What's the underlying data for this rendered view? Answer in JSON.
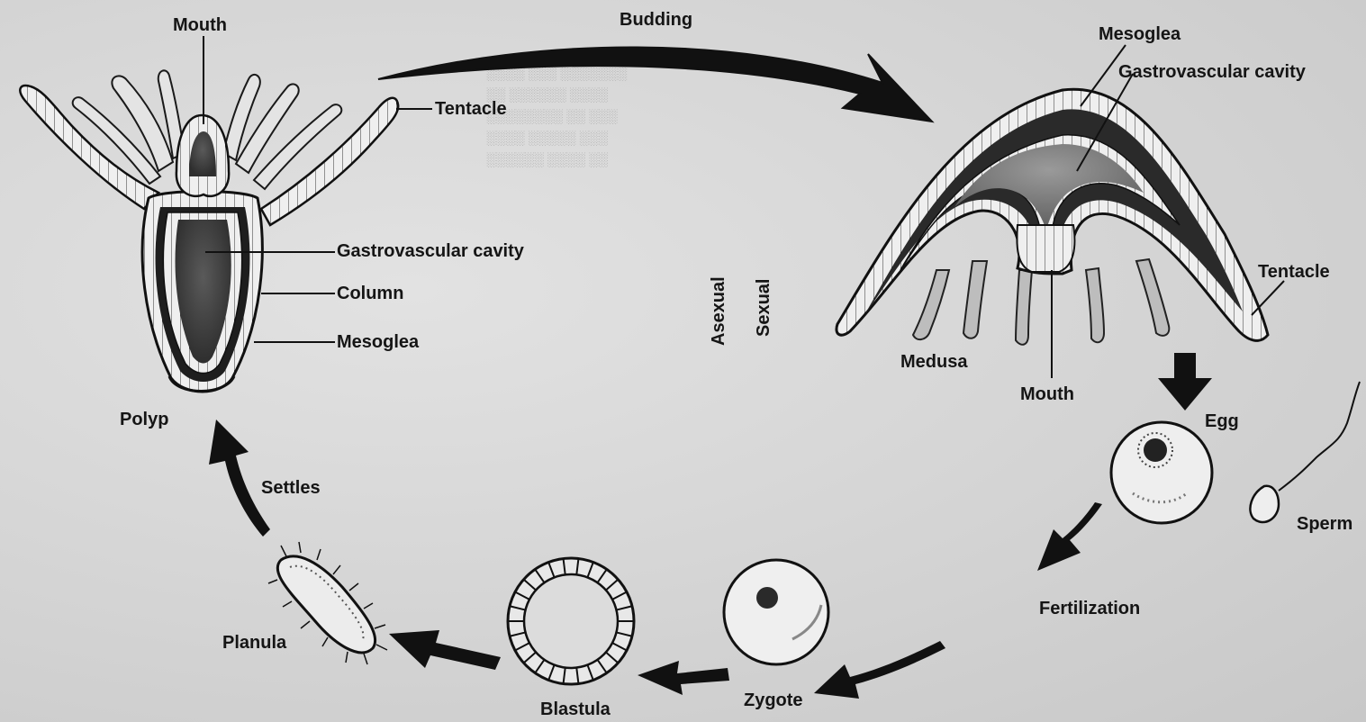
{
  "labels": {
    "mouth_polyp": "Mouth",
    "budding": "Budding",
    "tentacle_polyp": "Tentacle",
    "gastro_polyp": "Gastrovascular cavity",
    "column": "Column",
    "mesoglea_polyp": "Mesoglea",
    "polyp": "Polyp",
    "settles": "Settles",
    "planula": "Planula",
    "blastula": "Blastula",
    "zygote": "Zygote",
    "fertilization": "Fertilization",
    "egg": "Egg",
    "sperm": "Sperm",
    "medusa": "Medusa",
    "mouth_medusa": "Mouth",
    "tentacle_medusa": "Tentacle",
    "mesoglea_medusa": "Mesoglea",
    "gastro_medusa": "Gastrovascular cavity",
    "asexual": "Asexual",
    "sexual": "Sexual"
  },
  "colors": {
    "ink": "#151515",
    "paper": "#d6d6d6",
    "tissue_light": "#ececec",
    "tissue_dark": "#3a3a3a"
  }
}
